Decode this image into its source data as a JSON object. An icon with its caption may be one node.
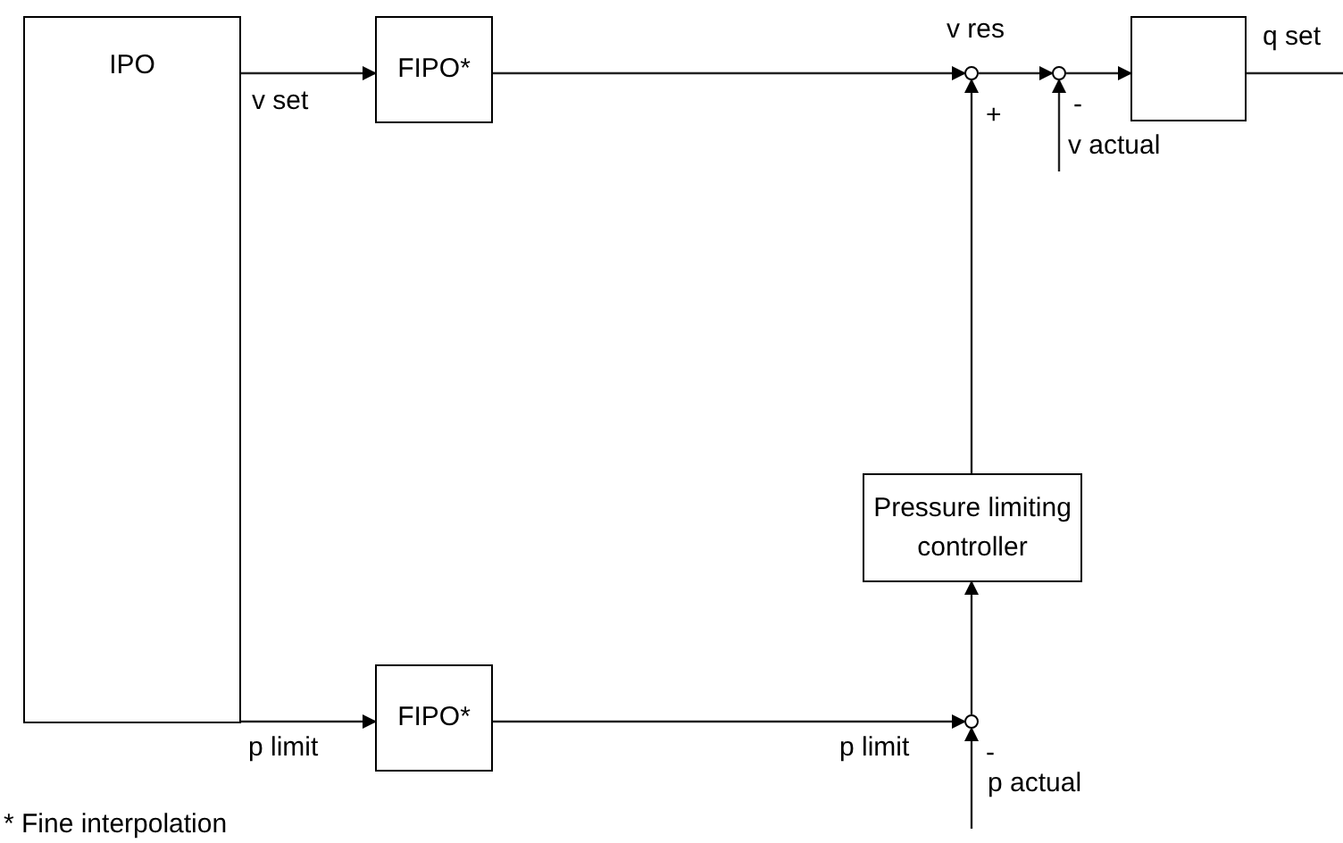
{
  "diagram": {
    "nodes": [
      {
        "text": [
          "IPO"
        ]
      },
      {
        "text": [
          "FIPO*"
        ]
      },
      {
        "text": [],
        "shape": "circle"
      },
      {
        "text": [],
        "shape": "circle"
      },
      {
        "text": [],
        "shape": "box"
      },
      {
        "text": [
          "Pressure limiting controller"
        ]
      },
      {
        "text": [],
        "shape": "circle"
      },
      {
        "text": [
          "FIPO*"
        ]
      }
    ],
    "edges": [
      {
        "from": 0,
        "to": 1,
        "arrow": "to",
        "label": "v set"
      },
      {
        "from": 1,
        "to": 2,
        "arrow": "to"
      },
      {
        "from": 2,
        "to": 3,
        "arrow": "to"
      },
      {
        "from": 3,
        "to": 4,
        "arrow": "to"
      },
      {
        "from": null,
        "to": 3,
        "arrow": "to",
        "label": "v actual"
      },
      {
        "from": 5,
        "to": 2,
        "arrow": "to"
      },
      {
        "from": 4,
        "to": null,
        "arrow": "none",
        "label": "q set"
      },
      {
        "from": 0,
        "to": 7,
        "arrow": "to",
        "label": "p limit"
      },
      {
        "from": 7,
        "to": 6,
        "arrow": "to",
        "label": "p limit"
      },
      {
        "from": null,
        "to": 6,
        "arrow": "to",
        "label": "p actual"
      },
      {
        "from": 6,
        "to": 5,
        "arrow": "to"
      }
    ],
    "labels": [
      "v res",
      "+",
      "-",
      "-",
      "* Fine interpolation"
    ]
  }
}
